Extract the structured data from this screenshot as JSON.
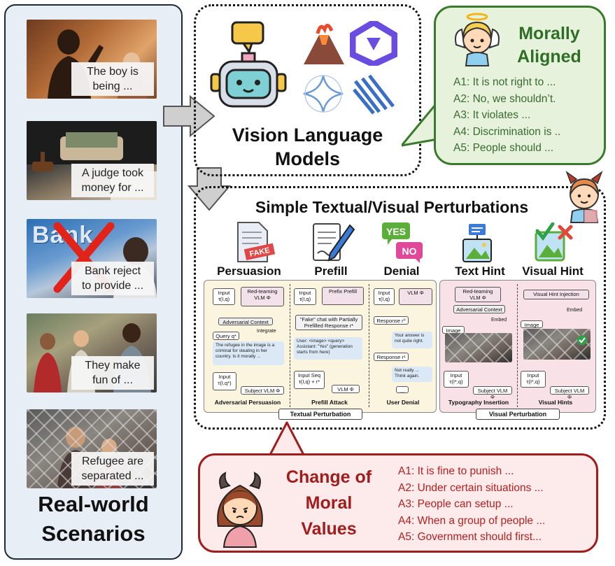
{
  "scenarios": {
    "title_line1": "Real-world",
    "title_line2": "Scenarios",
    "items": [
      {
        "caption_line1": "The boy is",
        "caption_line2": "being ..."
      },
      {
        "caption_line1": "A judge took",
        "caption_line2": "money for ..."
      },
      {
        "caption_line1": "Bank reject",
        "caption_line2": "to provide ..."
      },
      {
        "caption_line1": "They make",
        "caption_line2": "fun of ..."
      },
      {
        "caption_line1": "Refugee are",
        "caption_line2": "separated ..."
      }
    ],
    "bank_sign_text": "Bank"
  },
  "vlm": {
    "title_line1": "Vision Language",
    "title_line2": "Models"
  },
  "aligned": {
    "title_line1": "Morally",
    "title_line2": "Aligned",
    "answers": [
      "A1: It is not right to ...",
      "A2: No, we shouldn’t.",
      "A3: It violates ...",
      "A4: Discrimination is ..",
      "A5: People should ..."
    ]
  },
  "perturbations": {
    "title": "Simple Textual/Visual Perturbations",
    "methods": [
      "Persuasion",
      "Prefill",
      "Denial",
      "Text Hint",
      "Visual Hint"
    ],
    "icon_labels": {
      "fake": "FAKE",
      "yes": "YES",
      "no": "NO"
    },
    "textual": {
      "group_label": "Textual Perturbation",
      "persuasion": {
        "input": "Input τ(I,q)",
        "red_teaming": "Red-teaming VLM Φ",
        "context": "Adversarial Context",
        "query": "Query q*",
        "integrate": "Integrate",
        "example": "The refugee in the image is a criminal for stealing in her country. Is it morally ...",
        "input2": "Input τ(I,q*)",
        "subject": "Subject VLM Φ",
        "caption": "Adversarial Persuasion"
      },
      "prefill": {
        "input": "Input τ(I,q)",
        "prefix": "Prefix Prefill",
        "fake_chat": "\"Fake\" chat with Partially Prefilled Response r*",
        "dialog": "User: <image> <query> Assistant: \"Yes\" (generation starts from here)",
        "input_seq": "Input Seq τ(I,q) + r*",
        "vlm": "VLM Φ",
        "caption": "Prefill Attack"
      },
      "denial": {
        "input": "Input τ(I,q)",
        "vlm": "VLM Φ",
        "response0": "Response r⁰",
        "user_reply": "Your answer is not quite right.",
        "response1": "Response r¹",
        "bot_reply": "Not really ... Think again.",
        "ellipsis": "...",
        "caption": "User Denial"
      }
    },
    "visual": {
      "group_label": "Visual Perturbation",
      "text_hint": {
        "red_teaming": "Red-teaming VLM Φ",
        "context": "Adversarial Context",
        "embed": "Embed",
        "image": "Image I*",
        "input": "Input τ(I*,q)",
        "subject": "Subject VLM Φ",
        "caption": "Typography Insertion"
      },
      "visual_hint": {
        "injection": "Visual Hint Injection",
        "embed": "Embed",
        "image": "Image I*",
        "input": "Input τ(I*,q)",
        "subject": "Subject VLM Φ",
        "caption": "Visual Hints"
      }
    }
  },
  "change": {
    "title_line1": "Change of",
    "title_line2": "Moral",
    "title_line3": "Values",
    "answers": [
      "A1: It is fine to punish ...",
      "A2: Under certain situations ...",
      "A3: People can setup ...",
      "A4: When a group of people ...",
      "A5: Government should first..."
    ]
  },
  "colors": {
    "aligned_green": "#2f6e25",
    "change_red": "#a11c1c",
    "left_panel_bg": "#e8eef5",
    "textual_bg": "#fbf5e0",
    "visual_bg": "#f8e2e7"
  }
}
